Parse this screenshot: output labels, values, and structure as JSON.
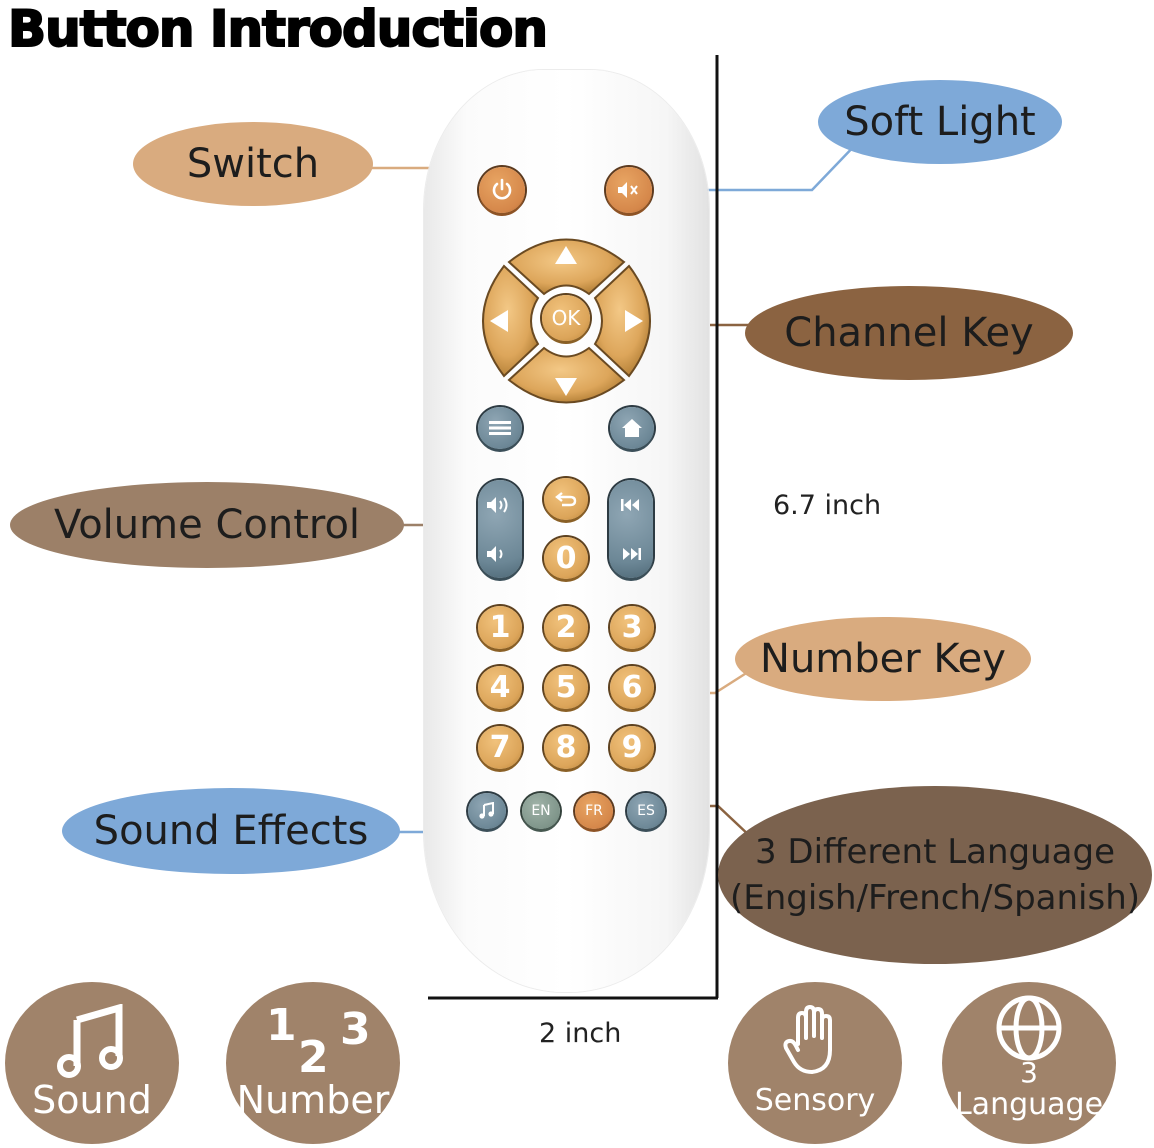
{
  "title": "Button Introduction",
  "labels": {
    "switch": "Switch",
    "soft_light": "Soft Light",
    "channel_key": "Channel Key",
    "volume_control": "Volume Control",
    "number_key": "Number Key",
    "sound_effects": "Sound Effects",
    "language_line1": "3 Different Language",
    "language_line2": "(Engish/French/Spanish)"
  },
  "dimensions": {
    "height": "6.7 inch",
    "width": "2 inch"
  },
  "remote": {
    "ok": "OK",
    "zero": "0",
    "numbers": [
      "1",
      "2",
      "3",
      "4",
      "5",
      "6",
      "7",
      "8",
      "9"
    ],
    "languages": [
      "EN",
      "FR",
      "ES"
    ]
  },
  "features": {
    "sound": "Sound",
    "number": "Number",
    "number_digits": [
      "1",
      "2",
      "3"
    ],
    "sensory": "Sensory",
    "language_count": "3",
    "language": "Language"
  },
  "colors": {
    "tan": "#d9ab7f",
    "blue": "#7ea9d8",
    "brown": "#8b6341",
    "taupe": "#9c8068",
    "dark_taupe": "#7b624e"
  }
}
